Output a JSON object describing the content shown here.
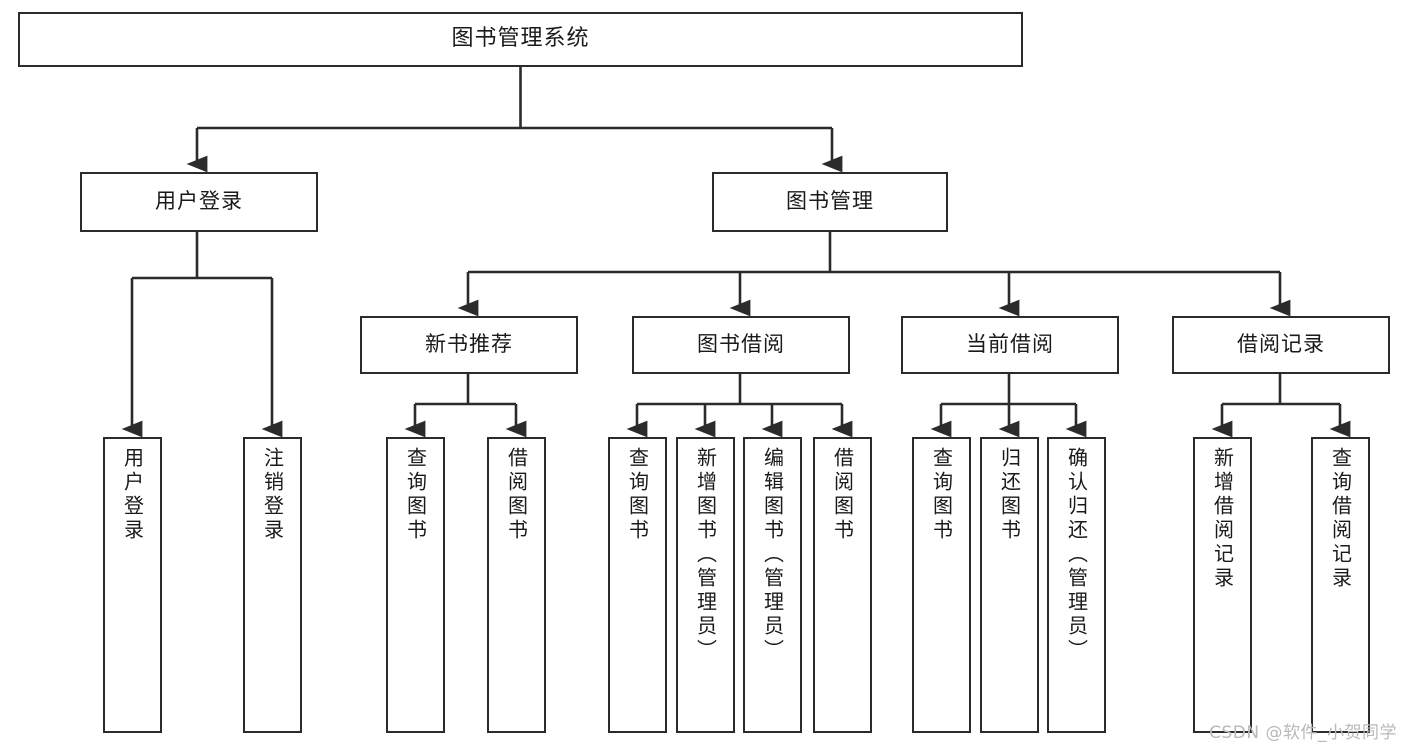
{
  "diagram": {
    "title": "图书管理系统",
    "type": "tree-hierarchy-chart",
    "root": {
      "label": "图书管理系统"
    },
    "level1": [
      {
        "label": "用户登录"
      },
      {
        "label": "图书管理"
      }
    ],
    "level2": [
      {
        "label": "新书推荐"
      },
      {
        "label": "图书借阅"
      },
      {
        "label": "当前借阅"
      },
      {
        "label": "借阅记录"
      }
    ],
    "leaves": [
      {
        "label": "用户登录"
      },
      {
        "label": "注销登录"
      },
      {
        "label": "查询图书"
      },
      {
        "label": "借阅图书"
      },
      {
        "label": "查询图书"
      },
      {
        "label": "新增图书（管理员）"
      },
      {
        "label": "编辑图书（管理员）"
      },
      {
        "label": "借阅图书"
      },
      {
        "label": "查询图书"
      },
      {
        "label": "归还图书"
      },
      {
        "label": "确认归还（管理员）"
      },
      {
        "label": "新增借阅记录"
      },
      {
        "label": "查询借阅记录"
      }
    ]
  },
  "watermark": {
    "text": "CSDN @软件_小贺同学"
  },
  "colors": {
    "box_border": "#2b2b2b",
    "box_fill": "#ffffff",
    "connector": "#2b2b2b",
    "text": "#1a1a1a",
    "watermark": "#b9b9b9",
    "background": "#ffffff"
  }
}
